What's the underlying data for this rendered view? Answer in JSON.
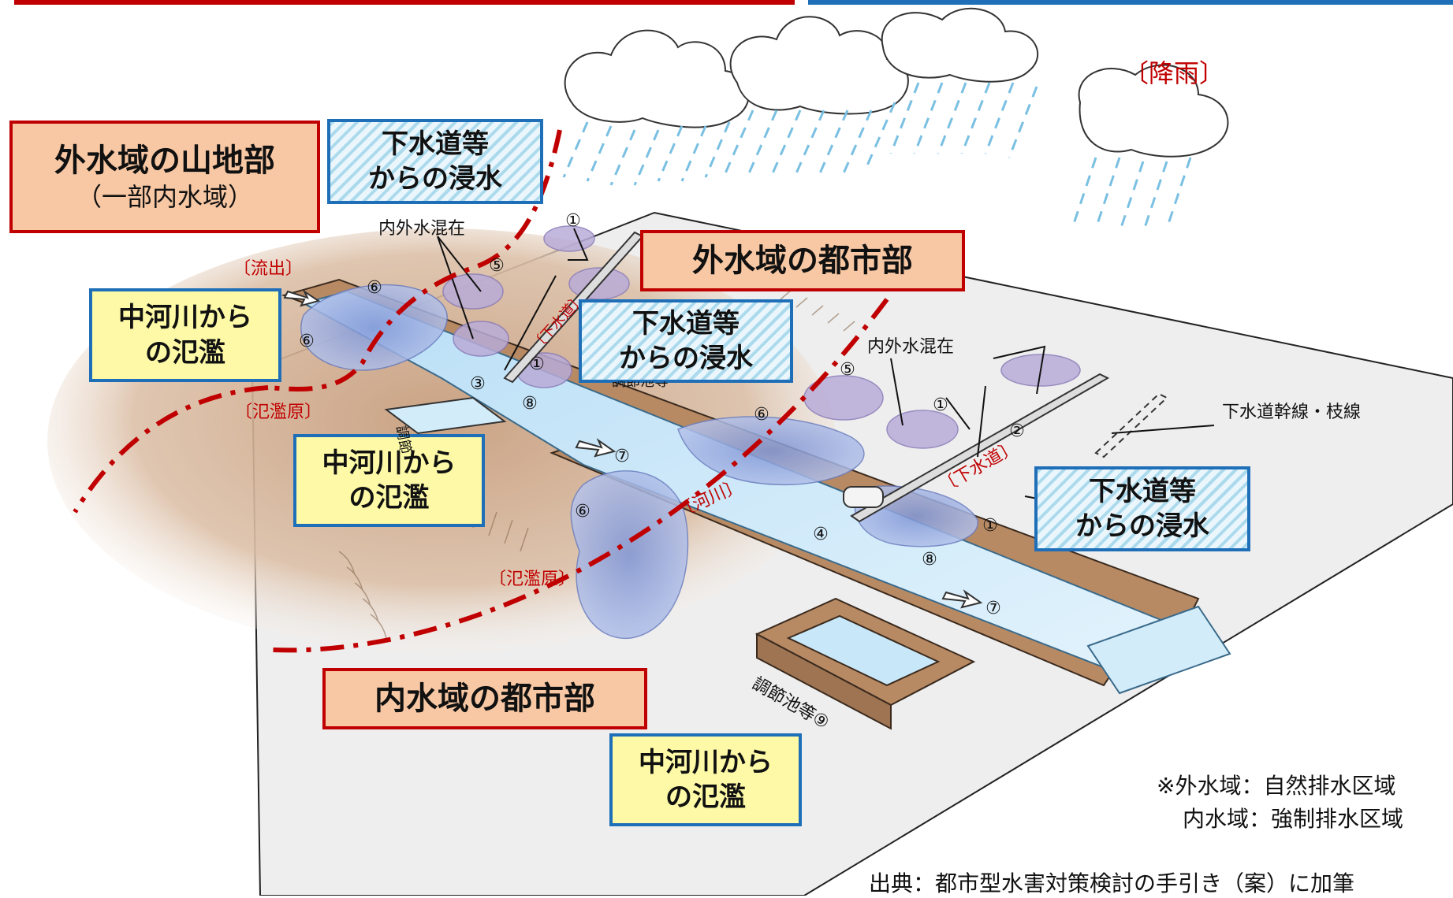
{
  "regions": {
    "mountain_title": "外水域の山地部",
    "mountain_sub": "（一部内水域）",
    "outer_urban": "外水域の都市部",
    "inner_urban": "内水域の都市部"
  },
  "callouts": {
    "sewer_flood_line1": "下水道等",
    "sewer_flood_line2": "からの浸水",
    "river_flood_line1": "中河川から",
    "river_flood_line2": "の氾濫"
  },
  "labels": {
    "rain": "〔降雨〕",
    "outflow": "〔流出〕",
    "floodplain": "〔氾濫原〕",
    "sewer": "〔下水道〕",
    "river": "〔河川〕",
    "mixed": "内外水混在",
    "trunk": "下水道幹線・枝線",
    "pond": "調節池等",
    "pond_num": "⑨",
    "pond_partial": "調節",
    "hidden_partial": "調節池等"
  },
  "numbers": {
    "n1": "①",
    "n2": "②",
    "n3": "③",
    "n4": "④",
    "n5": "⑤",
    "n6": "⑥",
    "n7": "⑦",
    "n8": "⑧"
  },
  "notes": {
    "outer_def": "※外水域：自然排水区域",
    "inner_def": "内水域：強制排水区域",
    "source": "出典：都市型水害対策検討の手引き（案）に加筆"
  },
  "colors": {
    "region_border": "#c00000",
    "region_fill": "#f8c8a4",
    "callout_border": "#1e6fb8",
    "river_callout_fill": "#fdf9a6",
    "river_water": "#d3ecfa",
    "flood_pool": "#9fb2e0",
    "ponding": "#b9acd8",
    "bank": "#b88a64",
    "rain": "#7ac0e2",
    "boundary_line": "#c00000"
  }
}
